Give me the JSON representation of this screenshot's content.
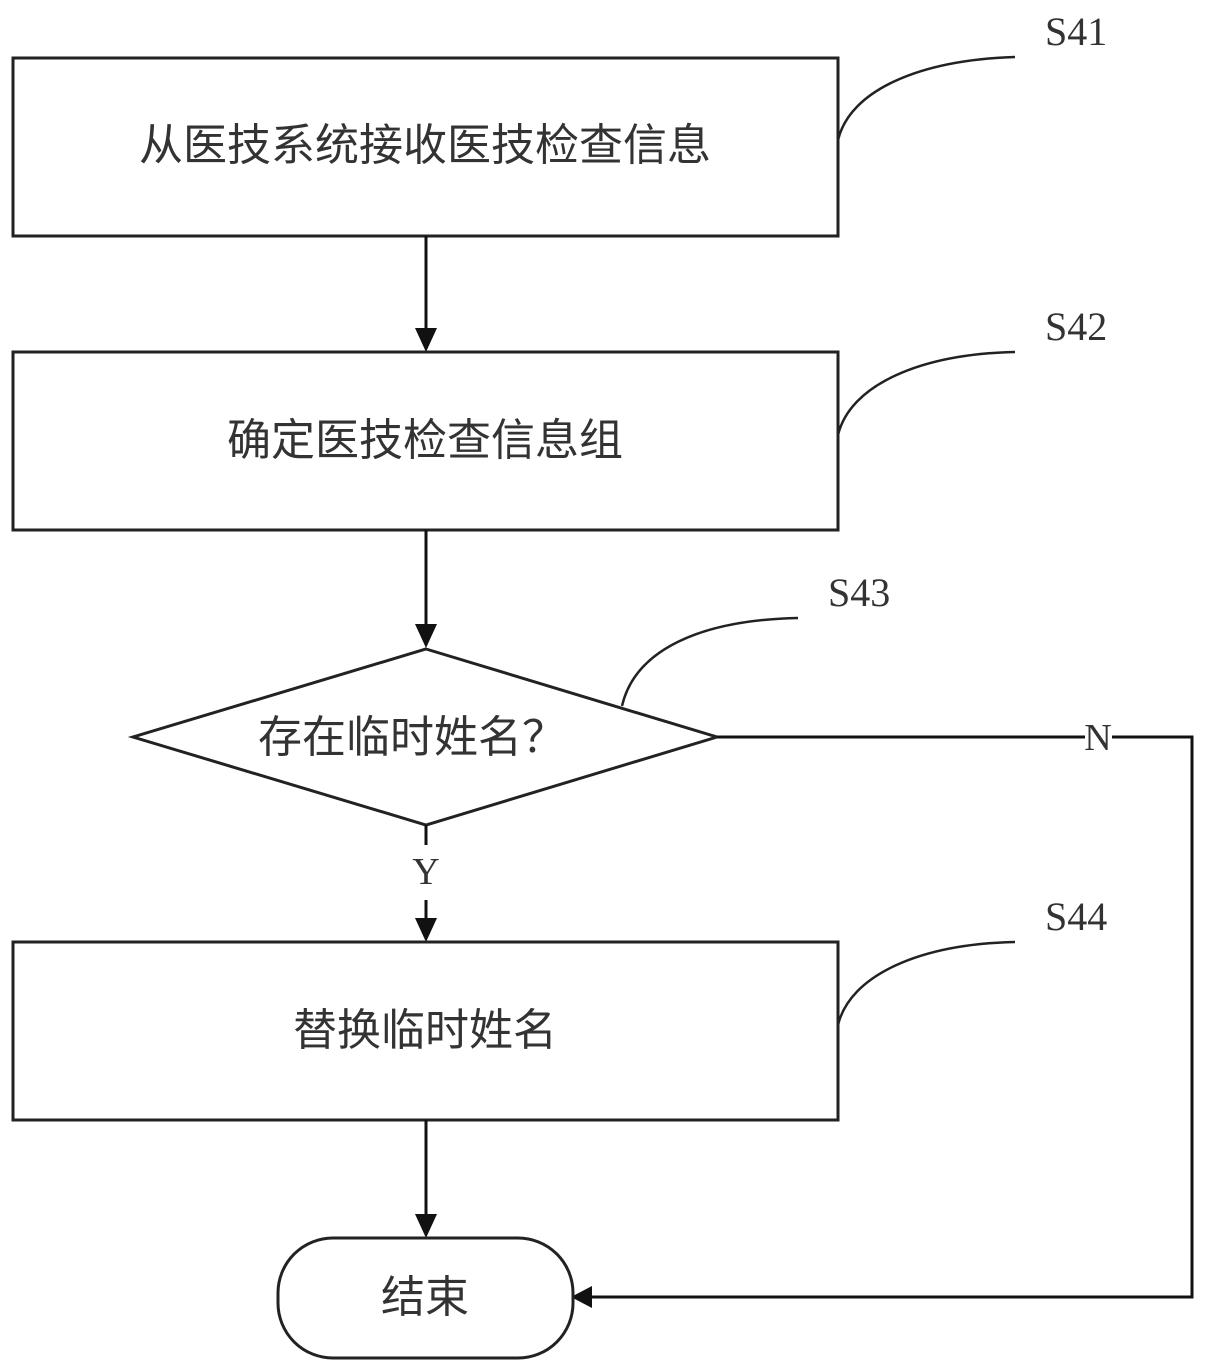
{
  "diagram": {
    "type": "flowchart",
    "nodes": [
      {
        "id": "S41",
        "shape": "rectangle",
        "text": "从医技系统接收医技检查信息",
        "step_label": "S41"
      },
      {
        "id": "S42",
        "shape": "rectangle",
        "text": "确定医技检查信息组",
        "step_label": "S42"
      },
      {
        "id": "S43",
        "shape": "diamond",
        "text": "存在临时姓名？",
        "step_label": "S43"
      },
      {
        "id": "S44",
        "shape": "rectangle",
        "text": "替换临时姓名",
        "step_label": "S44"
      },
      {
        "id": "END",
        "shape": "terminator",
        "text": "结束"
      }
    ],
    "edges": [
      {
        "from": "S41",
        "to": "S42",
        "label": ""
      },
      {
        "from": "S42",
        "to": "S43",
        "label": ""
      },
      {
        "from": "S43",
        "to": "S44",
        "label": "Y"
      },
      {
        "from": "S43",
        "to": "END",
        "label": "N"
      },
      {
        "from": "S44",
        "to": "END",
        "label": ""
      }
    ]
  }
}
